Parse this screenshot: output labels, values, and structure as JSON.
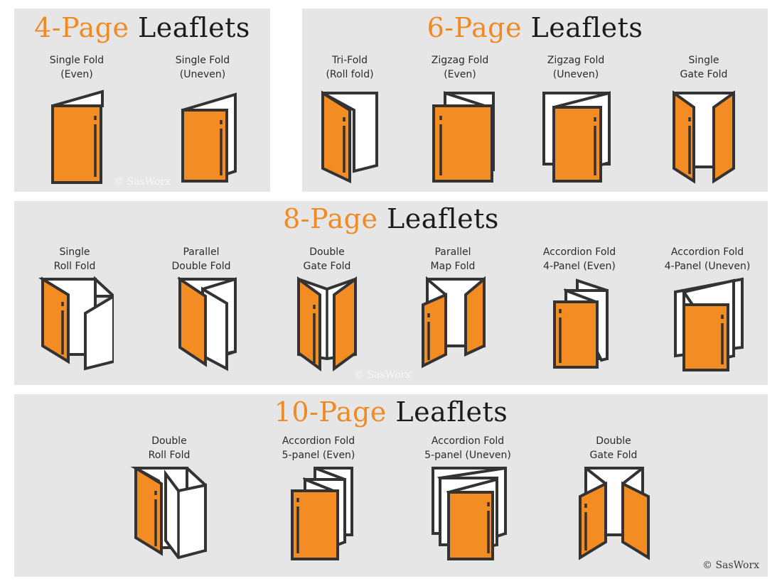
{
  "accent_color": "#f28c23",
  "panel_color": "#e6e6e6",
  "sections": [
    {
      "id": "4-page",
      "title_number": "4-Page",
      "title_word": "Leaflets",
      "watermark": "© SasWorx",
      "items": [
        {
          "line1": "Single Fold",
          "line2": "(Even)",
          "icon": "single-fold-even-icon"
        },
        {
          "line1": "Single Fold",
          "line2": "(Uneven)",
          "icon": "single-fold-uneven-icon"
        }
      ]
    },
    {
      "id": "6-page",
      "title_number": "6-Page",
      "title_word": "Leaflets",
      "items": [
        {
          "line1": "Tri-Fold",
          "line2": "(Roll fold)",
          "icon": "tri-fold-icon"
        },
        {
          "line1": "Zigzag Fold",
          "line2": "(Even)",
          "icon": "zigzag-fold-even-icon"
        },
        {
          "line1": "Zigzag Fold",
          "line2": "(Uneven)",
          "icon": "zigzag-fold-uneven-icon"
        },
        {
          "line1": "Single",
          "line2": "Gate Fold",
          "icon": "single-gate-fold-icon"
        }
      ]
    },
    {
      "id": "8-page",
      "title_number": "8-Page",
      "title_word": "Leaflets",
      "watermark": "© SasWorx",
      "items": [
        {
          "line1": "Single",
          "line2": "Roll Fold",
          "icon": "single-roll-fold-icon"
        },
        {
          "line1": "Parallel",
          "line2": "Double Fold",
          "icon": "parallel-double-fold-icon"
        },
        {
          "line1": "Double",
          "line2": "Gate Fold",
          "icon": "double-gate-fold-icon"
        },
        {
          "line1": "Parallel",
          "line2": "Map Fold",
          "icon": "parallel-map-fold-icon"
        },
        {
          "line1": "Accordion Fold",
          "line2": "4-Panel (Even)",
          "icon": "accordion-4-even-icon"
        },
        {
          "line1": "Accordion Fold",
          "line2": "4-Panel (Uneven)",
          "icon": "accordion-4-uneven-icon"
        }
      ]
    },
    {
      "id": "10-page",
      "title_number": "10-Page",
      "title_word": "Leaflets",
      "watermark": "© SasWorx",
      "items": [
        {
          "line1": "Double",
          "line2": "Roll Fold",
          "icon": "double-roll-fold-icon"
        },
        {
          "line1": "Accordion Fold",
          "line2": "5-panel (Even)",
          "icon": "accordion-5-even-icon"
        },
        {
          "line1": "Accordion Fold",
          "line2": "5-panel (Uneven)",
          "icon": "accordion-5-uneven-icon"
        },
        {
          "line1": "Double",
          "line2": "Gate Fold",
          "icon": "double-gate-fold-10-icon"
        }
      ]
    }
  ]
}
